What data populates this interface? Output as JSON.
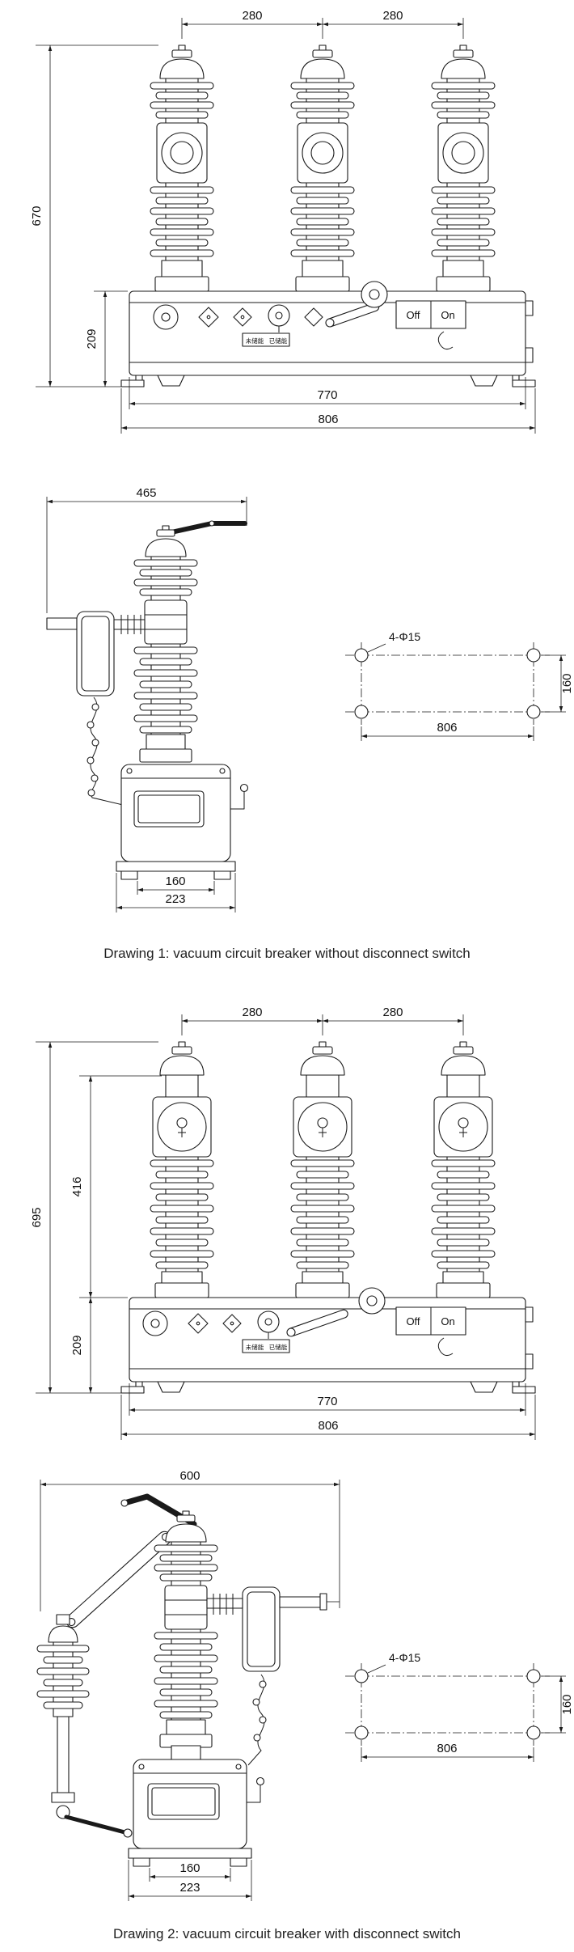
{
  "colors": {
    "line": "#1a1a1a",
    "background": "#ffffff"
  },
  "drawing1": {
    "caption": "Drawing 1: vacuum circuit breaker without disconnect switch",
    "front_view": {
      "dim_pole_spacing_left": "280",
      "dim_pole_spacing_right": "280",
      "dim_total_height": "670",
      "dim_frame_height": "209",
      "dim_width_inner": "770",
      "dim_width_outer": "806",
      "label_off": "Off",
      "label_on": "On",
      "label_energy_not_stored": "未储能",
      "label_energy_stored": "已储能"
    },
    "side_view": {
      "dim_depth": "465",
      "dim_base_inner": "160",
      "dim_base_outer": "223"
    },
    "mounting_holes": {
      "label_holes": "4-Φ15",
      "dim_hole_spacing_x": "806",
      "dim_hole_spacing_y": "160"
    }
  },
  "drawing2": {
    "caption": "Drawing 2: vacuum circuit breaker with disconnect switch",
    "front_view": {
      "dim_pole_spacing_left": "280",
      "dim_pole_spacing_right": "280",
      "dim_total_height": "695",
      "dim_pole_height": "416",
      "dim_frame_height": "209",
      "dim_width_inner": "770",
      "dim_width_outer": "806",
      "label_off": "Off",
      "label_on": "On",
      "label_energy_not_stored": "未储能",
      "label_energy_stored": "已储能"
    },
    "side_view": {
      "dim_depth": "600",
      "dim_base_inner": "160",
      "dim_base_outer": "223"
    },
    "mounting_holes": {
      "label_holes": "4-Φ15",
      "dim_hole_spacing_x": "806",
      "dim_hole_spacing_y": "160"
    }
  }
}
